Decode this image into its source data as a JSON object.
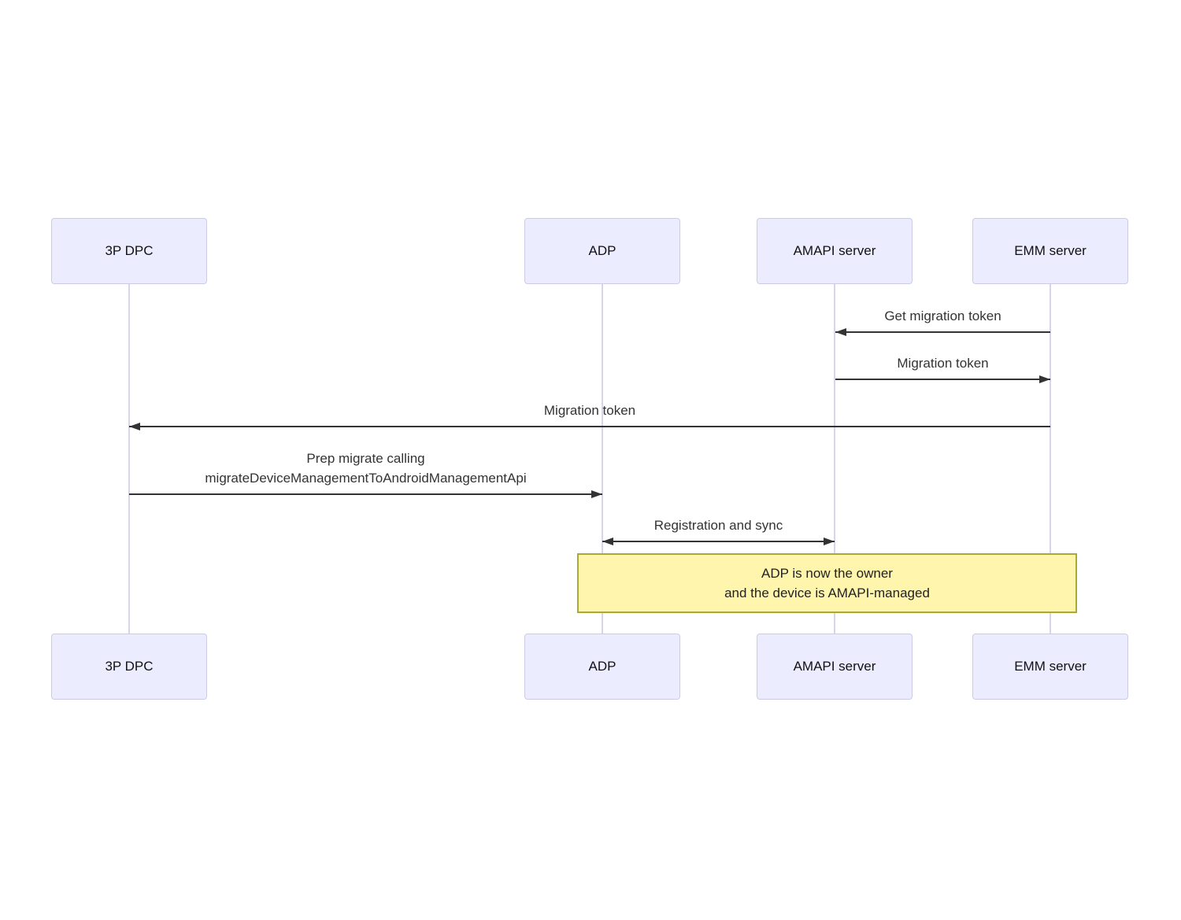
{
  "diagram": {
    "type": "sequence-diagram",
    "actors": [
      {
        "id": "3p-dpc",
        "label": "3P DPC"
      },
      {
        "id": "adp",
        "label": "ADP"
      },
      {
        "id": "amapi-server",
        "label": "AMAPI server"
      },
      {
        "id": "emm-server",
        "label": "EMM server"
      }
    ],
    "messages": [
      {
        "label": "Get migration token",
        "from": "EMM server",
        "to": "AMAPI server",
        "direction": "left"
      },
      {
        "label": "Migration token",
        "from": "AMAPI server",
        "to": "EMM server",
        "direction": "right"
      },
      {
        "label": "Migration token",
        "from": "EMM server",
        "to": "3P DPC",
        "direction": "left"
      },
      {
        "label_line1": "Prep migrate calling",
        "label_line2": "migrateDeviceManagementToAndroidManagementApi",
        "from": "3P DPC",
        "to": "ADP",
        "direction": "right"
      },
      {
        "label": "Registration and sync",
        "from": "ADP",
        "to": "AMAPI server",
        "direction": "both"
      }
    ],
    "note": {
      "line1": "ADP is now the owner",
      "line2": "and the device is AMAPI-managed"
    },
    "colors": {
      "actor_fill": "#ECECFF",
      "actor_border": "#CFC9E8",
      "lifeline": "#D9D3EE",
      "arrow": "#333333",
      "message_text": "#333333",
      "note_fill": "#FFF5AD",
      "note_border": "#AAAA33"
    }
  }
}
